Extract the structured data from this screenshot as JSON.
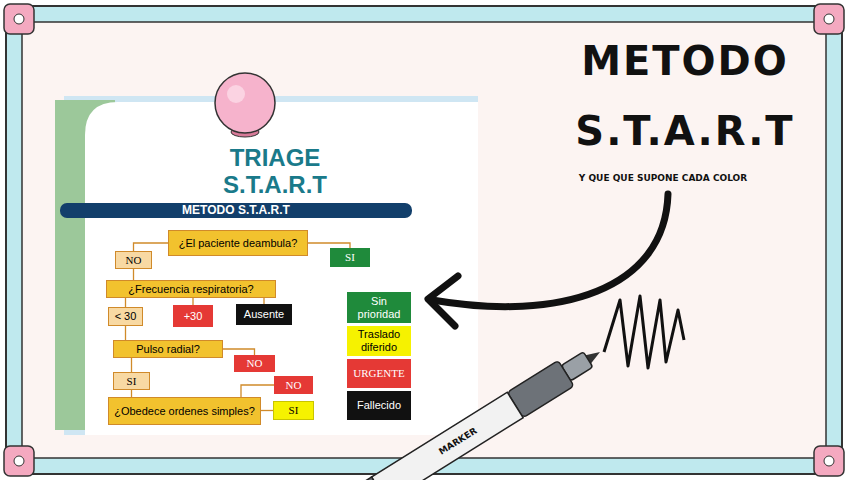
{
  "diagram": {
    "title": "METODO S.T.A.R.T",
    "nodes": [
      {
        "text": [
          "¿El paciente deambula?"
        ]
      },
      {
        "text": [
          "SI"
        ]
      },
      {
        "text": [
          "NO"
        ]
      },
      {
        "text": [
          "¿Frecuencia respiratoria?"
        ]
      },
      {
        "text": [
          "< 30"
        ]
      },
      {
        "text": [
          "+30"
        ]
      },
      {
        "text": [
          "Ausente"
        ]
      },
      {
        "text": [
          "Pulso radial?"
        ]
      },
      {
        "text": [
          "NO"
        ]
      },
      {
        "text": [
          "SI"
        ]
      },
      {
        "text": [
          "NO"
        ]
      },
      {
        "text": [
          "¿Obedece ordenes simples?"
        ]
      },
      {
        "text": [
          "SI"
        ]
      }
    ],
    "edges": [
      {
        "from": 0,
        "to": 1,
        "arrow": "none"
      },
      {
        "from": 0,
        "to": 2,
        "arrow": "none"
      },
      {
        "from": 2,
        "to": 3,
        "arrow": "none"
      },
      {
        "from": 3,
        "to": 4,
        "arrow": "none"
      },
      {
        "from": 3,
        "to": 5,
        "arrow": "none"
      },
      {
        "from": 3,
        "to": 6,
        "arrow": "none"
      },
      {
        "from": 4,
        "to": 7,
        "arrow": "none"
      },
      {
        "from": 7,
        "to": 8,
        "arrow": "none"
      },
      {
        "from": 7,
        "to": 9,
        "arrow": "none"
      },
      {
        "from": 9,
        "to": 11,
        "arrow": "none"
      },
      {
        "from": 11,
        "to": 10,
        "arrow": "none"
      },
      {
        "from": 11,
        "to": 12,
        "arrow": "none"
      }
    ],
    "labels": [
      "TRIAGE S.T.A.R.T",
      "METODO S.T.A.R.T",
      "Y QUE QUE SUPONE CADA COLOR",
      "MARKER"
    ],
    "legend": [
      {
        "text": "Sin prioridad",
        "color": "#1f8a3b"
      },
      {
        "text": "Traslado diferido",
        "color": "#f6f200"
      },
      {
        "text": "URGENTE",
        "color": "#e53935"
      },
      {
        "text": "Fallecido",
        "color": "#111111"
      }
    ]
  }
}
